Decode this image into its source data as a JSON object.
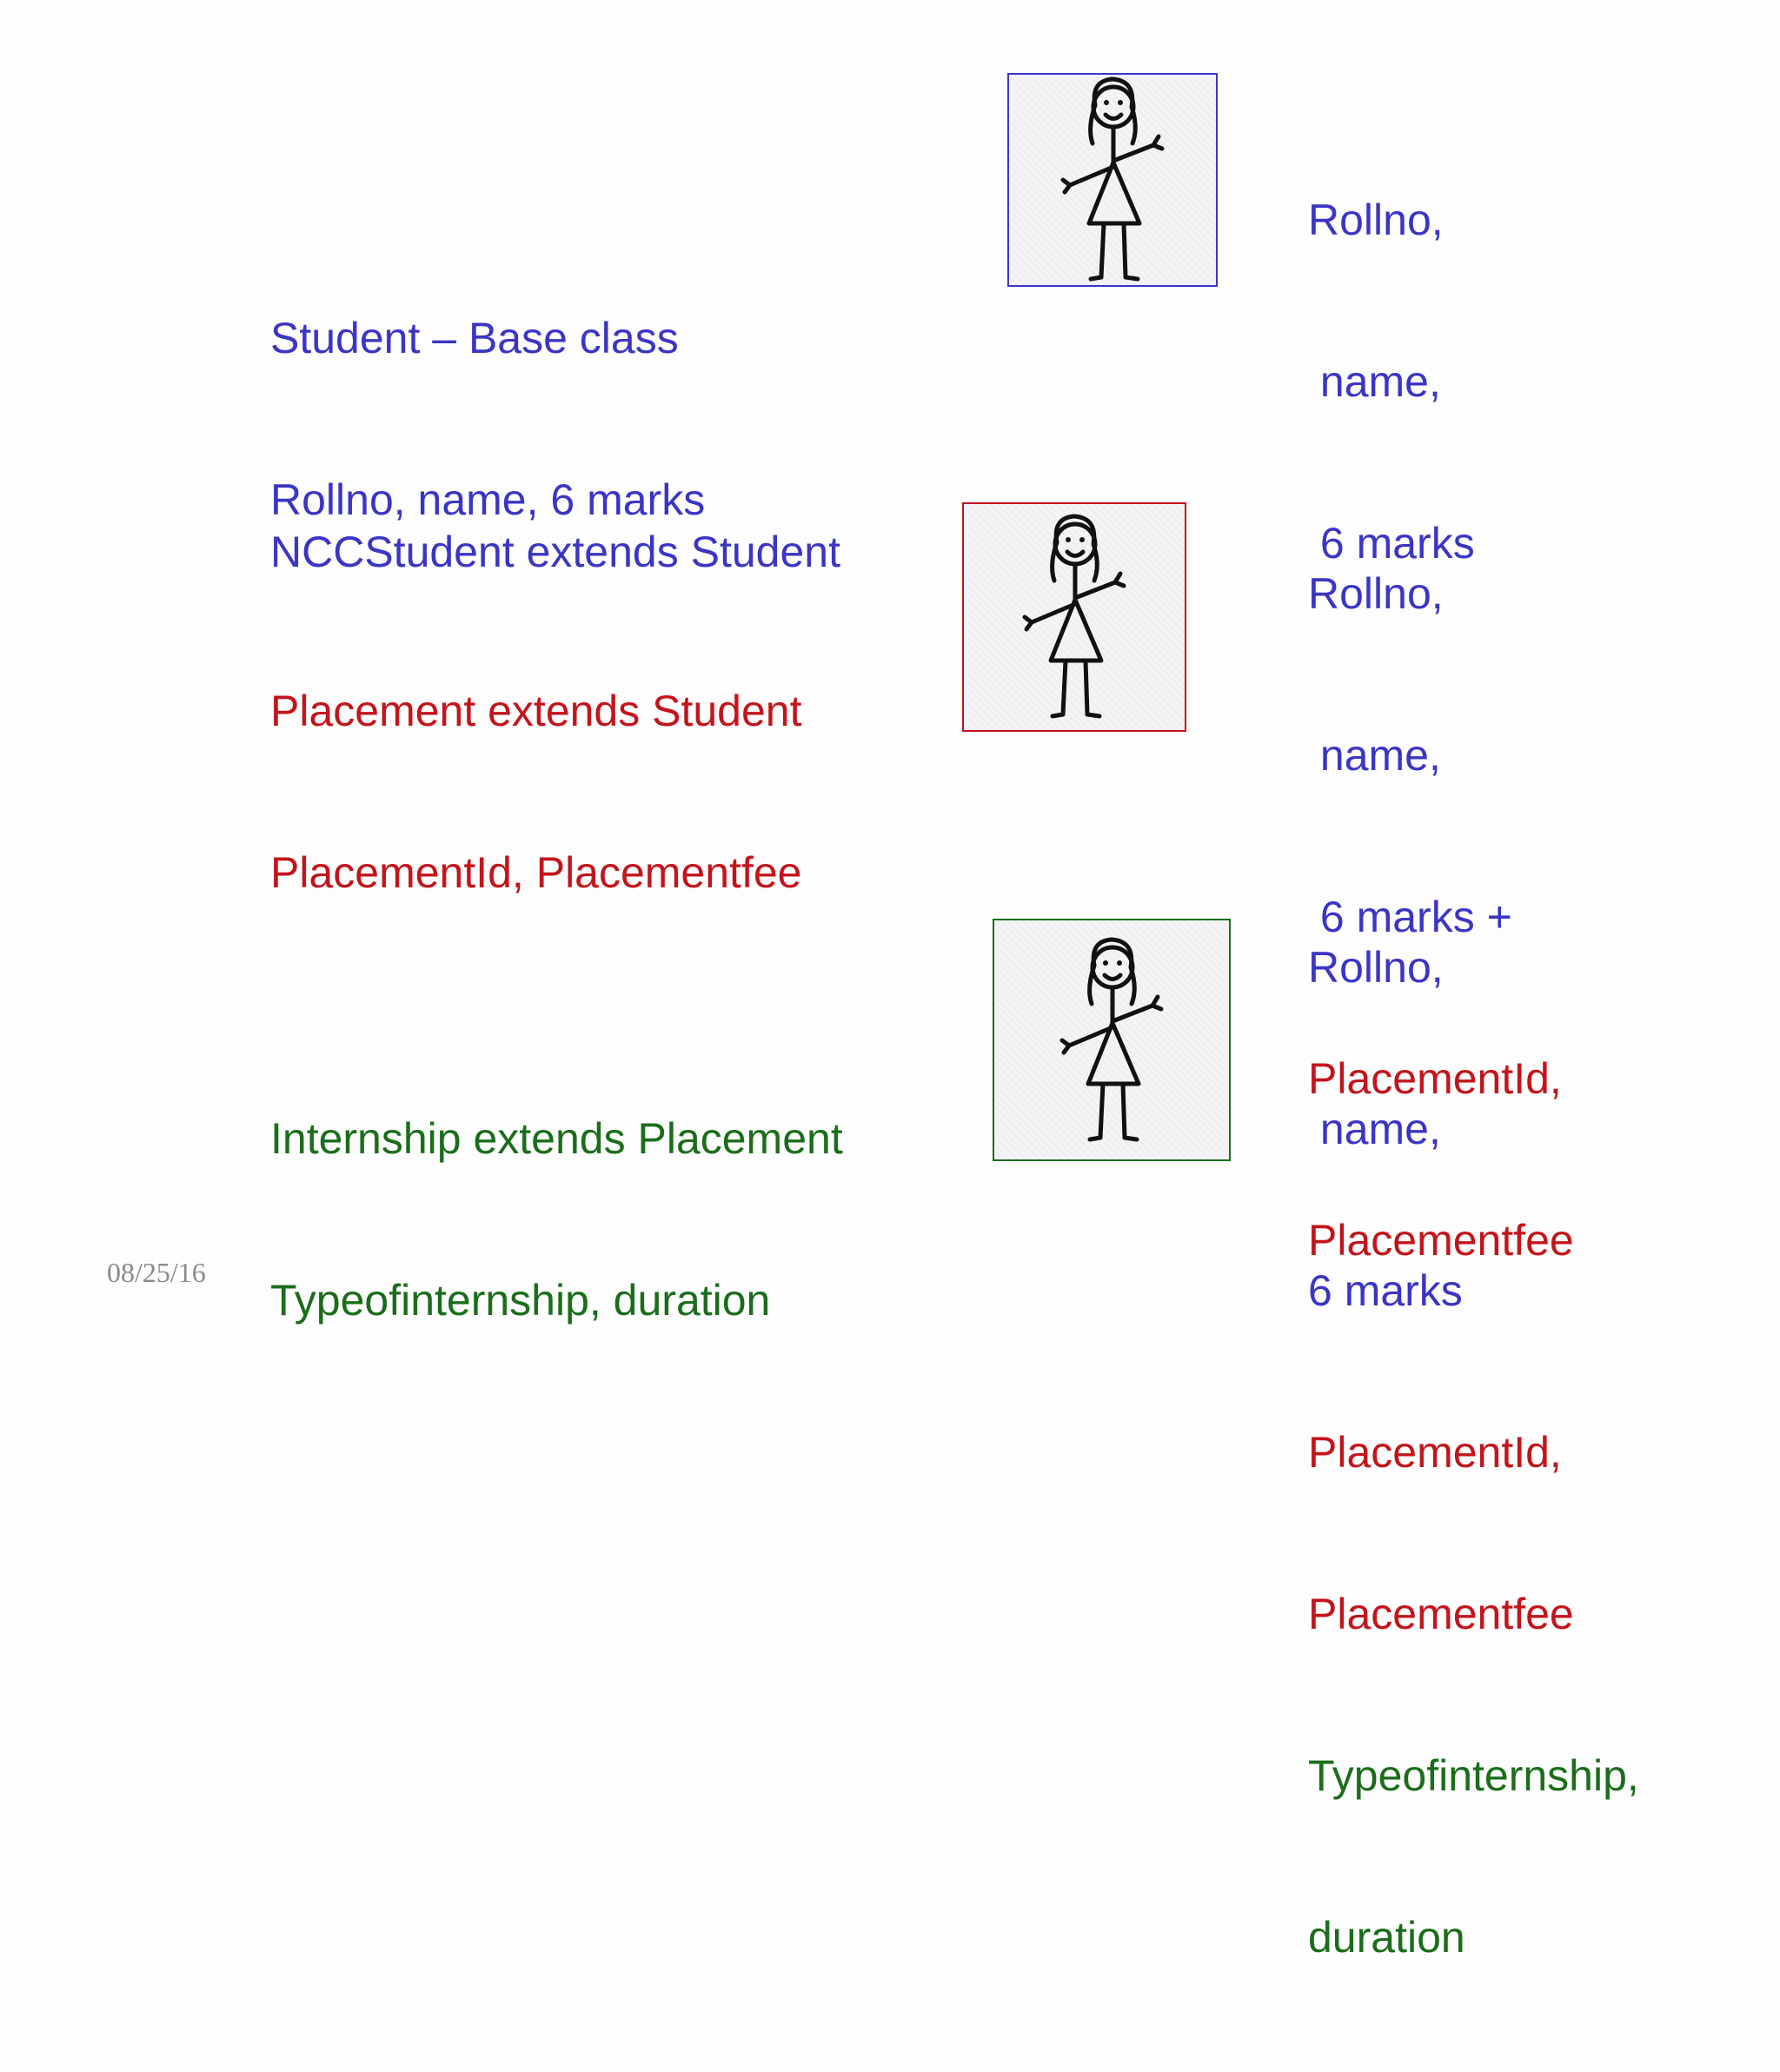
{
  "left_blocks": {
    "student": [
      "Student – Base class",
      "Rollno, name, 6 marks"
    ],
    "ncc": [
      "NCCStudent extends Student"
    ],
    "placement": [
      "Placement extends Student",
      "PlacementId, Placementfee"
    ],
    "internship": [
      "Internship extends Placement",
      "Typeofinternship, duration"
    ]
  },
  "right_blocks": {
    "first": {
      "blue": [
        "Rollno,",
        " name,",
        " 6 marks"
      ]
    },
    "second": {
      "blue": [
        "Rollno,",
        " name,",
        " 6 marks +"
      ],
      "red": [
        "PlacementId,",
        "Placementfee"
      ]
    },
    "third": {
      "blue": [
        "Rollno,",
        " name,",
        "6 marks"
      ],
      "red": [
        "PlacementId,",
        "Placementfee"
      ],
      "green": [
        "Typeofinternship,",
        "duration"
      ]
    }
  },
  "icons": {
    "figure_1": "stick-figure-girl-icon",
    "figure_2": "stick-figure-girl-icon",
    "figure_3": "stick-figure-girl-icon"
  },
  "colors": {
    "blue": "#3b35c4",
    "red": "#c3141b",
    "green": "#1b6d1b",
    "frame_blue": "#3b35c4",
    "frame_red": "#c3141b",
    "frame_green": "#1b6d1b"
  },
  "footer": {
    "date": "08/25/16"
  }
}
